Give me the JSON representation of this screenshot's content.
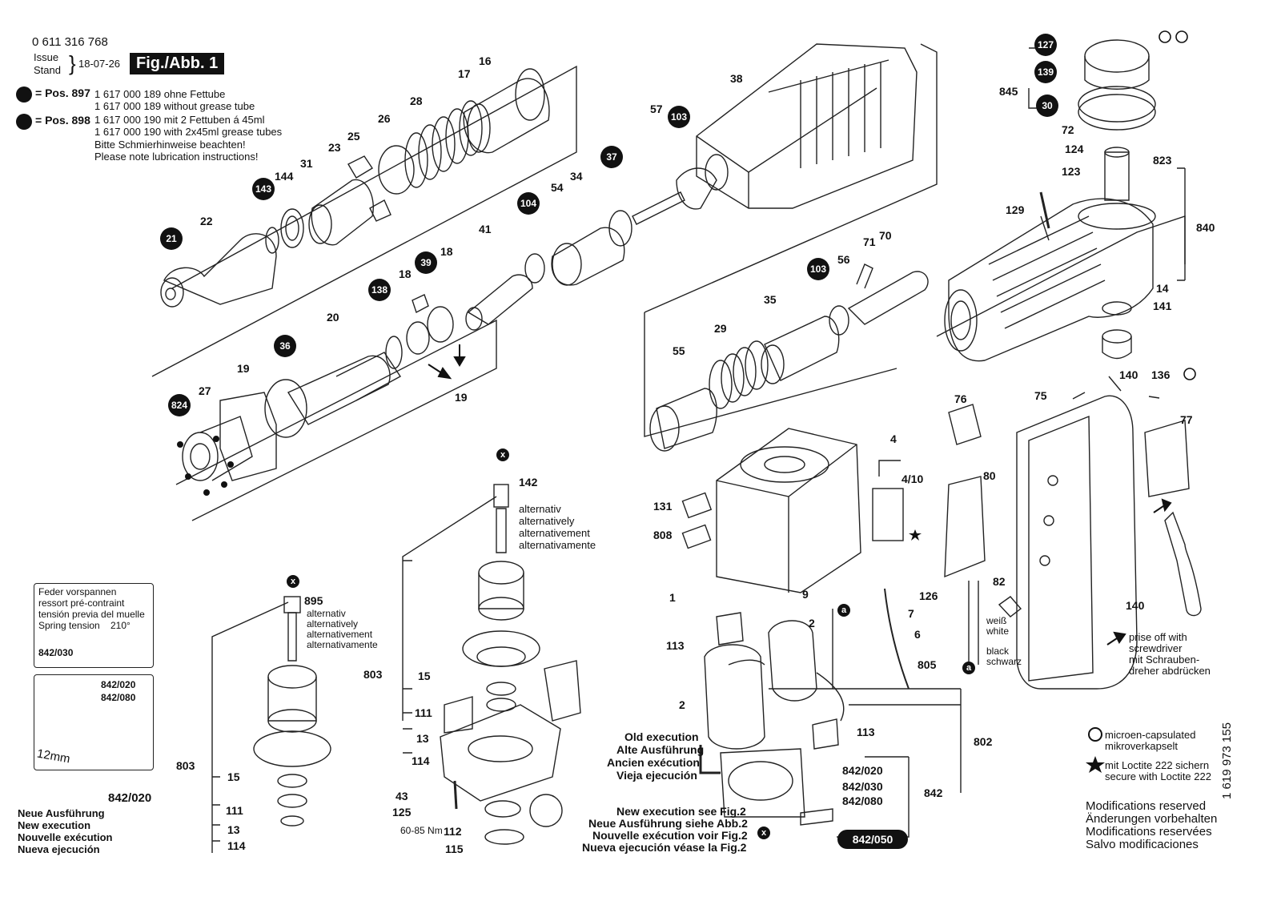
{
  "header": {
    "part_number": "0 611 316 768",
    "issue_label_1": "Issue",
    "issue_label_2": "Stand",
    "issue_date": "18-07-26",
    "figure_label": "Fig./Abb. 1"
  },
  "notes": {
    "pos897_label": "= Pos. 897",
    "pos897_line1": "1 617 000 189 ohne Fettube",
    "pos897_line2": "1 617 000 189 without grease tube",
    "pos898_label": "= Pos. 898",
    "pos898_line1": "1 617 000 190 mit 2 Fettuben á 45ml",
    "pos898_line2": "1 617 000 190 with 2x45ml grease tubes",
    "lube_de": "Bitte Schmierhinweise beachten!",
    "lube_en": "Please note lubrication instructions!"
  },
  "inset_spring": {
    "l1": "Feder vorspannen",
    "l2": "ressort pré-contraint",
    "l3": "tensión previa del muelle",
    "l4": "Spring tension",
    "angle": "210°",
    "part": "842/030"
  },
  "inset_brush": {
    "p1": "842/020",
    "p2": "842/080",
    "dim": "12mm"
  },
  "new_execution": {
    "part": "842/020",
    "l1": "Neue Ausführung",
    "l2": "New execution",
    "l3": "Nouvelle exécution",
    "l4": "Nueva ejecución"
  },
  "alternatively": {
    "l1": "alternativ",
    "l2": "alternatively",
    "l3": "alternativement",
    "l4": "alternativamente"
  },
  "old_execution": {
    "l1": "Old execution",
    "l2": "Alte Ausführung",
    "l3": "Ancien exécution",
    "l4": "Vieja ejecución"
  },
  "new_exec_fig2": {
    "l1": "New execution see Fig.2",
    "l2": "Neue Ausführung siehe Abb.2",
    "l3": "Nouvelle exécution voir Fig.2",
    "l4": "Nueva ejecución véase la Fig.2"
  },
  "wire_labels": {
    "white_de": "weiß",
    "white_en": "white",
    "black_en": "black",
    "black_de": "schwarz"
  },
  "prise": {
    "l1": "prise off with",
    "l2": "screwdriver",
    "l3": "mit Schrauben-",
    "l4": "dreher abdrücken"
  },
  "torque": "60-85 Nm",
  "legend": {
    "microen_1": "microen-capsulated",
    "microen_2": "mikroverkapselt",
    "loctite_1": "mit Loctite 222 sichern",
    "loctite_2": "secure with Loctite 222"
  },
  "modifications": {
    "l1": "Modifications reserved",
    "l2": "Änderungen vorbehalten",
    "l3": "Modifications reservées",
    "l4": "Salvo modificaciones"
  },
  "doc_number": "1 619 973 155",
  "badges": {
    "b21": "21",
    "b143": "143",
    "b138": "138",
    "b39": "39",
    "b36": "36",
    "b824": "824",
    "b104": "104",
    "b37": "37",
    "b103a": "103",
    "b103b": "103",
    "b127": "127",
    "b139": "139",
    "b30": "30",
    "b842_050": "842/050"
  },
  "callouts": {
    "c16": "16",
    "c17": "17",
    "c28": "28",
    "c26": "26",
    "c25": "25",
    "c23": "23",
    "c31": "31",
    "c144": "144",
    "c22": "22",
    "c18a": "18",
    "c18b": "18",
    "c41": "41",
    "c20": "20",
    "c19a": "19",
    "c19b": "19",
    "c27": "27",
    "c54": "54",
    "c34": "34",
    "c57": "57",
    "c38": "38",
    "c56": "56",
    "c71": "71",
    "c70": "70",
    "c35": "35",
    "c29": "29",
    "c55": "55",
    "c845": "845",
    "c72": "72",
    "c124": "124",
    "c123": "123",
    "c823": "823",
    "c129": "129",
    "c840": "840",
    "c14": "14",
    "c141": "141",
    "c140a": "140",
    "c136": "136",
    "c75": "75",
    "c77": "77",
    "c140b": "140",
    "c82": "82",
    "c76": "76",
    "c4": "4",
    "c4_10": "4/10",
    "c80": "80",
    "c126": "126",
    "c7": "7",
    "c6": "6",
    "c805": "805",
    "c131": "131",
    "c808": "808",
    "c1": "1",
    "c9": "9",
    "c113a": "113",
    "c2a": "2",
    "c2b": "2",
    "c113b": "113",
    "c802": "802",
    "c842_020": "842/020",
    "c842_030": "842/030",
    "c842_080": "842/080",
    "c842": "842",
    "c142": "142",
    "c803a": "803",
    "c15a": "15",
    "c111a": "111",
    "c13a": "13",
    "c114a": "114",
    "c43": "43",
    "c125": "125",
    "c112": "112",
    "c115": "115",
    "c895": "895",
    "c803b": "803",
    "c15b": "15",
    "c111b": "111",
    "c13b": "13",
    "c114b": "114",
    "a_label": "a",
    "x_label": "x"
  }
}
